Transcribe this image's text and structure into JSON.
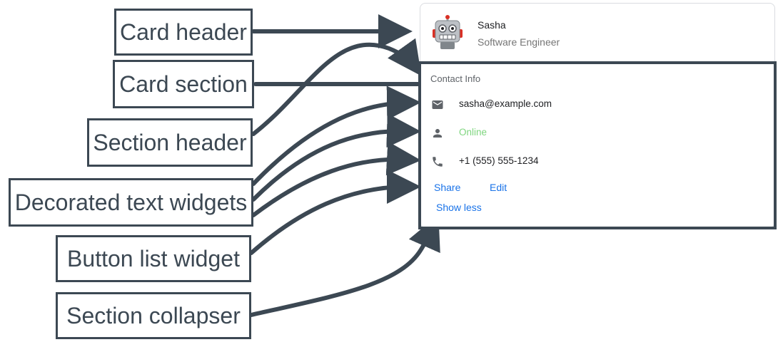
{
  "labels": {
    "card_header": "Card header",
    "card_section": "Card section",
    "section_header": "Section header",
    "decorated_text": "Decorated text widgets",
    "button_list": "Button list widget",
    "section_collapser": "Section collapser"
  },
  "card": {
    "title": "Sasha",
    "subtitle": "Software Engineer",
    "avatar_icon": "robot-icon",
    "section": {
      "header": "Contact Info",
      "widgets": [
        {
          "icon": "email-icon",
          "text": "sasha@example.com"
        },
        {
          "icon": "person-icon",
          "text": "Online",
          "color": "#7ed57e"
        },
        {
          "icon": "phone-icon",
          "text": "+1 (555) 555-1234"
        }
      ],
      "buttons": [
        "Share",
        "Edit"
      ],
      "collapse_label": "Show less"
    }
  },
  "colors": {
    "annotation": "#3c4853",
    "link": "#1a73e8",
    "online": "#7ed57e"
  }
}
